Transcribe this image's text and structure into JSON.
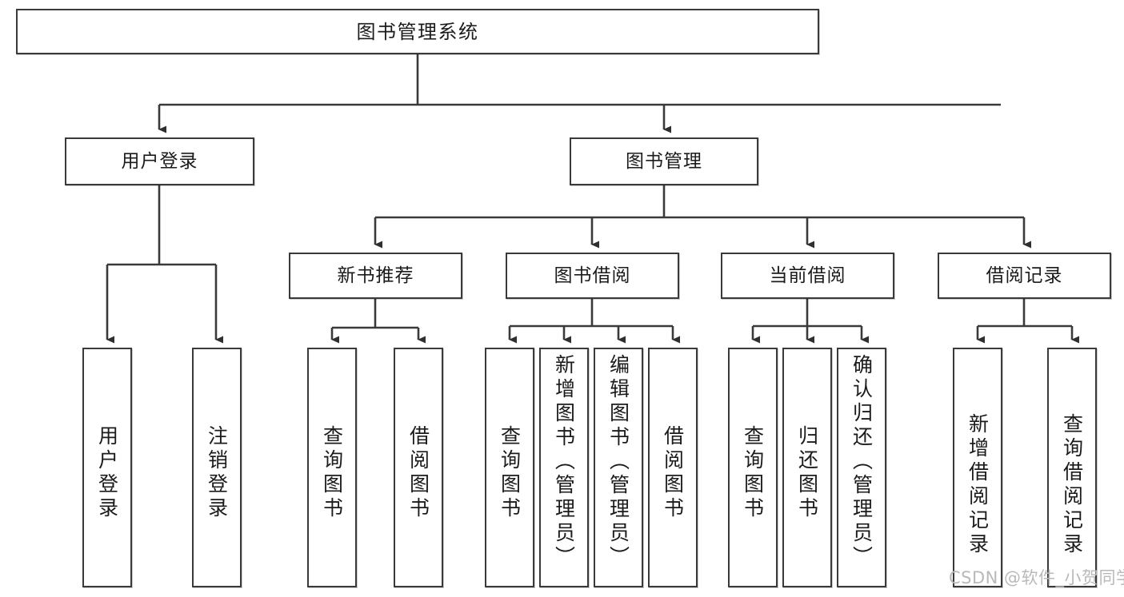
{
  "diagram": {
    "title": "图书管理系统",
    "type": "tree",
    "watermark": "CSDN @软件_小贺同学",
    "colors": {
      "box_border": "#3a3a3a",
      "box_fill": "#ffffff",
      "connector": "#3a3a3a",
      "text": "#1b1b1b",
      "watermark": "#b9b9b9",
      "background": "#ffffff"
    },
    "root": {
      "id": "root",
      "label": "图书管理系统"
    },
    "level2": [
      {
        "id": "user-login",
        "label": "用户登录"
      },
      {
        "id": "book-manage",
        "label": "图书管理"
      }
    ],
    "level3": [
      {
        "id": "new-book-recommend",
        "label": "新书推荐",
        "parent": "book-manage"
      },
      {
        "id": "book-borrow",
        "label": "图书借阅",
        "parent": "book-manage"
      },
      {
        "id": "current-borrow",
        "label": "当前借阅",
        "parent": "book-manage"
      },
      {
        "id": "borrow-record",
        "label": "借阅记录",
        "parent": "book-manage"
      }
    ],
    "leaves": [
      {
        "id": "leaf-user-login",
        "label": "用户登录",
        "parent": "user-login"
      },
      {
        "id": "leaf-user-logout",
        "label": "注销登录",
        "parent": "user-login"
      },
      {
        "id": "leaf-query-book-1",
        "label": "查询图书",
        "parent": "new-book-recommend"
      },
      {
        "id": "leaf-borrow-book-1",
        "label": "借阅图书",
        "parent": "new-book-recommend"
      },
      {
        "id": "leaf-query-book-2",
        "label": "查询图书",
        "parent": "book-borrow"
      },
      {
        "id": "leaf-add-book",
        "label": "新增图书（管理员）",
        "parent": "book-borrow"
      },
      {
        "id": "leaf-edit-book",
        "label": "编辑图书（管理员）",
        "parent": "book-borrow"
      },
      {
        "id": "leaf-borrow-book-2",
        "label": "借阅图书",
        "parent": "book-borrow"
      },
      {
        "id": "leaf-query-book-3",
        "label": "查询图书",
        "parent": "current-borrow"
      },
      {
        "id": "leaf-return-book",
        "label": "归还图书",
        "parent": "current-borrow"
      },
      {
        "id": "leaf-confirm-return",
        "label": "确认归还（管理员）",
        "parent": "current-borrow"
      },
      {
        "id": "leaf-add-record",
        "label": "新增借阅记录",
        "parent": "borrow-record"
      },
      {
        "id": "leaf-query-record",
        "label": "查询借阅记录",
        "parent": "borrow-record"
      }
    ]
  }
}
